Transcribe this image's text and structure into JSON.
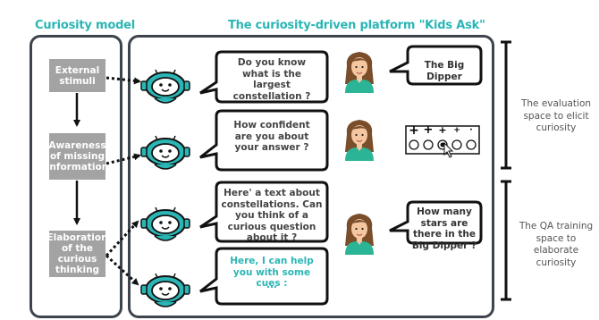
{
  "curiosity_model": {
    "title": "Curiosity model",
    "stages": [
      {
        "label": "External stimuli"
      },
      {
        "label": "Awareness of missing information"
      },
      {
        "label": "Elaboration of the curious thinking"
      }
    ]
  },
  "platform": {
    "title": "The curiosity-driven platform \"Kids Ask\"",
    "agent_bubbles": [
      {
        "text": "Do you know what is the largest constellation ?"
      },
      {
        "text": "How confident are you about your answer ?"
      },
      {
        "text": "Here' a text about constellations. Can you think of a curious question about it ?"
      },
      {
        "text": "Here, I can help you with some cues :",
        "extra": "..."
      }
    ],
    "child_bubbles": [
      {
        "text": "The Big Dipper"
      },
      {
        "text": "How many stars are there in the Big Dipper ?"
      }
    ],
    "confidence_scale": [
      "+",
      "+",
      "+",
      "+",
      "·"
    ]
  },
  "side_labels": {
    "evaluation": "The evaluation space to elicit curiosity",
    "training": "The QA training space to elaborate curiosity"
  },
  "colors": {
    "teal": "#2bb5b5",
    "frame": "#3d444c",
    "stage_gray": "#a3a3a3",
    "hair": "#7a4e2b",
    "shirt": "#2bb596"
  }
}
